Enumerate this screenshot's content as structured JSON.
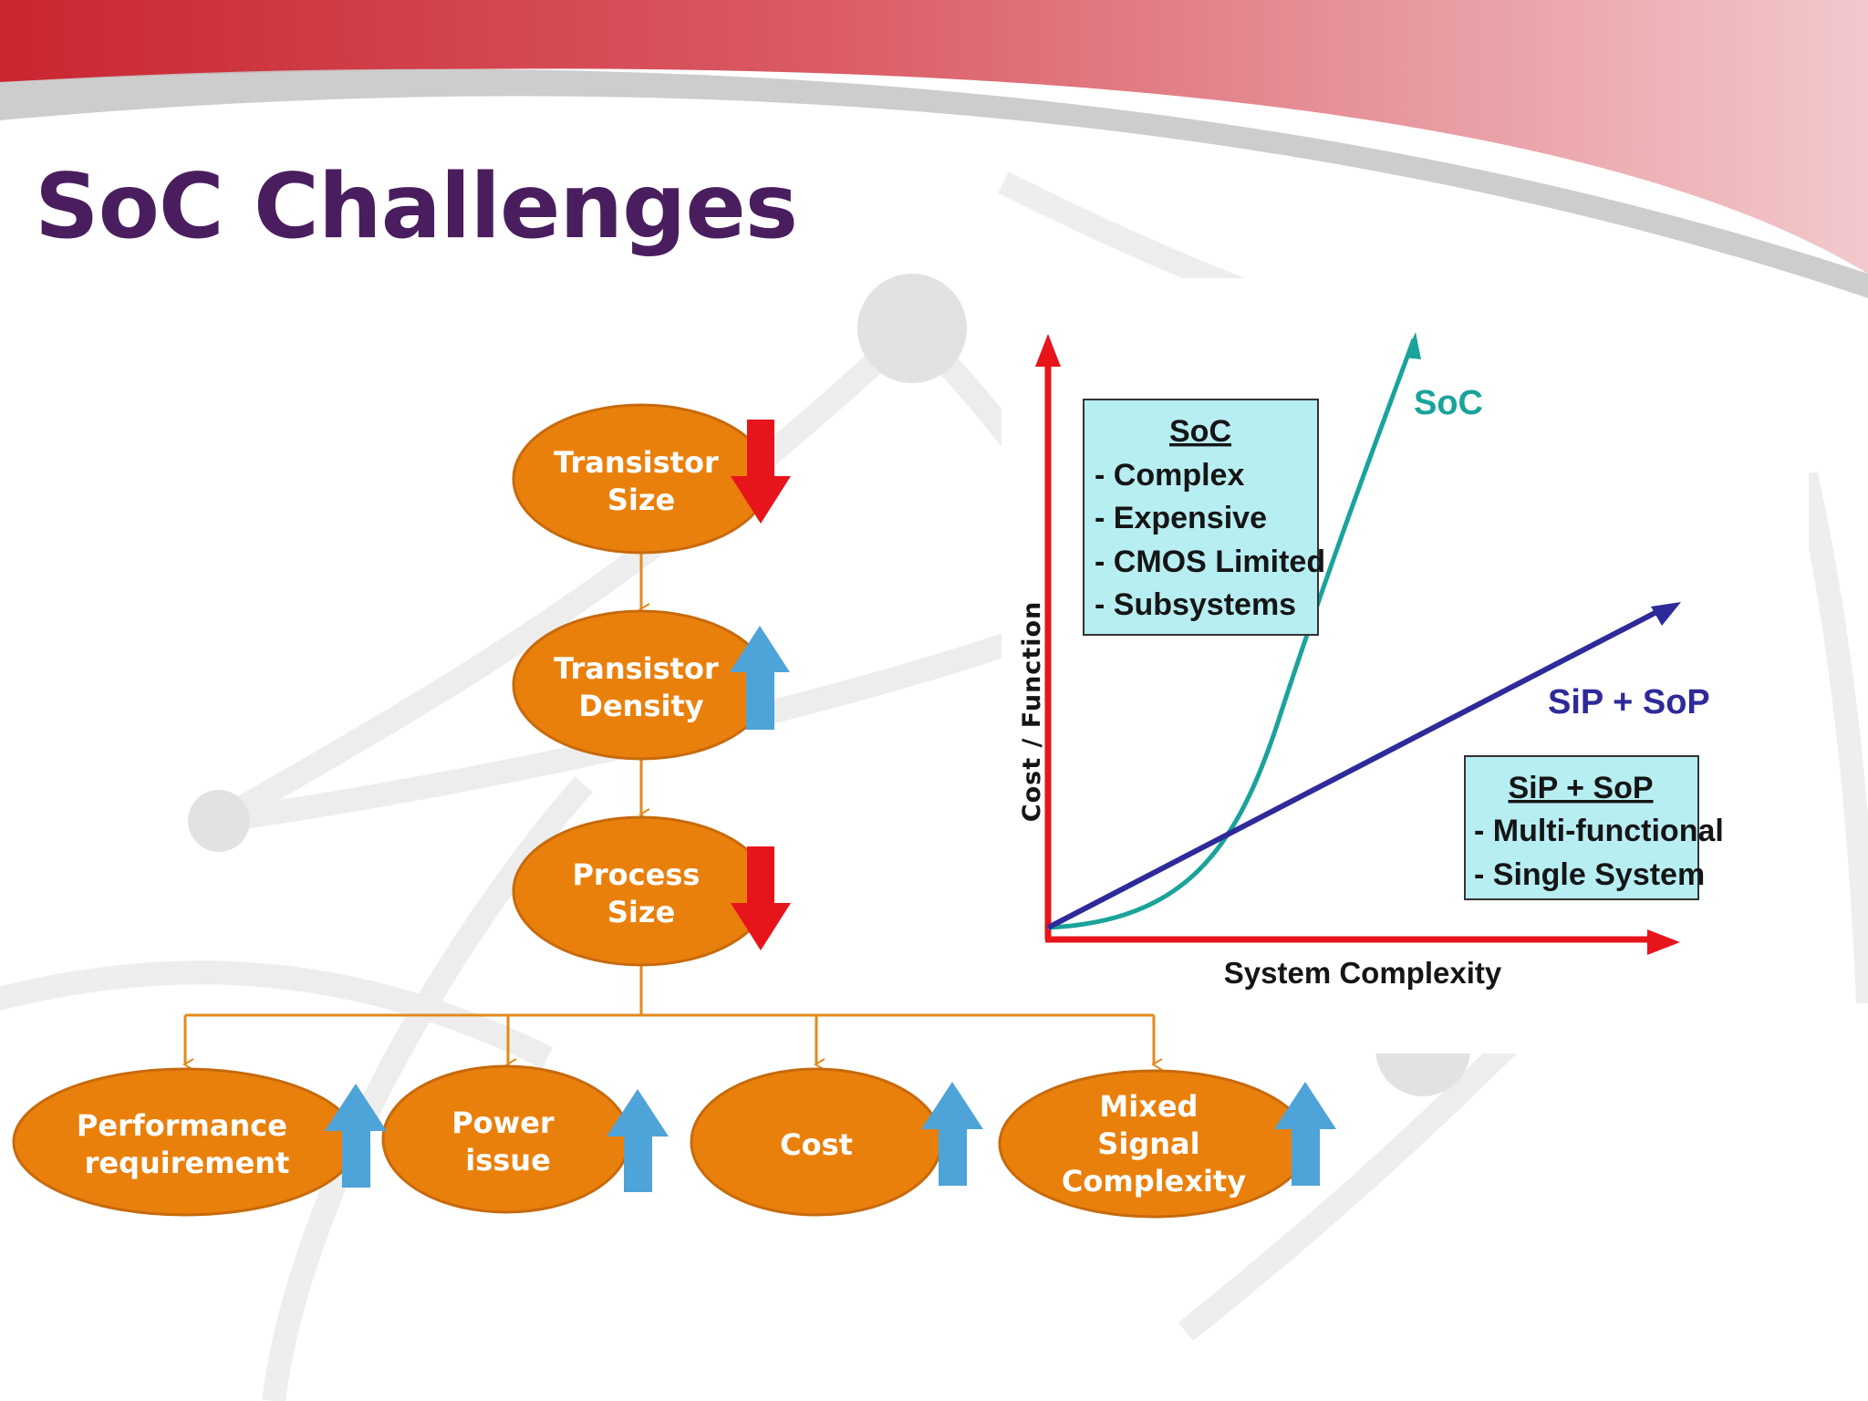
{
  "slide": {
    "title": "SoC Challenges"
  },
  "flow": {
    "transistor_size": [
      "Transistor",
      "Size"
    ],
    "transistor_density": [
      "Transistor",
      "Density"
    ],
    "process_size": [
      "Process",
      "Size"
    ],
    "performance": [
      "Performance",
      "requirement"
    ],
    "power": [
      "Power",
      "issue"
    ],
    "cost": [
      "Cost"
    ],
    "mixed_signal": [
      "Mixed",
      "Signal",
      "Complexity"
    ],
    "trends": {
      "transistor_size": "down",
      "transistor_density": "up",
      "process_size": "down",
      "performance": "up",
      "power": "up",
      "cost": "up",
      "mixed_signal": "up"
    }
  },
  "chart": {
    "ylabel": "Cost / Function",
    "xlabel": "System Complexity",
    "soc_curve_label": "SoC",
    "sip_curve_label": "SiP + SoP",
    "soc_box": {
      "title": "SoC",
      "items": [
        "- Complex",
        "- Expensive",
        "- CMOS Limited",
        "- Subsystems"
      ]
    },
    "sip_box": {
      "title": "SiP + SoP",
      "items": [
        "- Multi-functional",
        "- Single System"
      ]
    }
  },
  "colors": {
    "title": "#4a1e5e",
    "oval_fill": "#ea800c",
    "oval_stroke": "#c76a0c",
    "connector": "#e08a1c",
    "arrow_down": "#e8141b",
    "arrow_up": "#4ea3d8",
    "axis": "#e8141b",
    "soc_curve": "#1aa39a",
    "sip_curve": "#2e2a9a",
    "legend_fill": "#b7eef2"
  }
}
